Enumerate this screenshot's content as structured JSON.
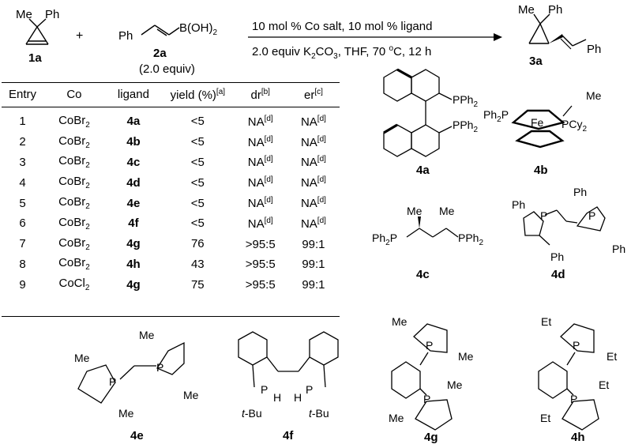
{
  "scheme": {
    "reactant1_label": "1a",
    "reactant1_me": "Me",
    "reactant1_ph": "Ph",
    "plus": "+",
    "reactant2_label": "2a",
    "reactant2_equiv": "(2.0 equiv)",
    "reactant2_ph": "Ph",
    "reactant2_boron": "B(OH)",
    "reactant2_boron_sub": "2",
    "conditions_line1": "10 mol % Co salt, 10 mol % ligand",
    "conditions_line2_a": "2.0 equiv K",
    "conditions_line2_sub": "2",
    "conditions_line2_b": "CO",
    "conditions_line2_sub2": "3",
    "conditions_line2_c": ", THF, 70 ",
    "conditions_line2_deg": "o",
    "conditions_line2_d": "C, 12 h",
    "product_label": "3a",
    "product_me": "Me",
    "product_ph": "Ph",
    "product_ph2": "Ph"
  },
  "table": {
    "headers": {
      "entry": "Entry",
      "co": "Co",
      "ligand": "ligand",
      "yield": "yield (%)",
      "yield_note": "[a]",
      "dr": "dr",
      "dr_note": "[b]",
      "er": "er",
      "er_note": "[c]"
    },
    "rows": [
      {
        "entry": "1",
        "co": "CoBr",
        "co_sub": "2",
        "ligand": "4a",
        "yield": "<5",
        "dr": "NA",
        "dr_note": "[d]",
        "er": "NA",
        "er_note": "[d]"
      },
      {
        "entry": "2",
        "co": "CoBr",
        "co_sub": "2",
        "ligand": "4b",
        "yield": "<5",
        "dr": "NA",
        "dr_note": "[d]",
        "er": "NA",
        "er_note": "[d]"
      },
      {
        "entry": "3",
        "co": "CoBr",
        "co_sub": "2",
        "ligand": "4c",
        "yield": "<5",
        "dr": "NA",
        "dr_note": "[d]",
        "er": "NA",
        "er_note": "[d]"
      },
      {
        "entry": "4",
        "co": "CoBr",
        "co_sub": "2",
        "ligand": "4d",
        "yield": "<5",
        "dr": "NA",
        "dr_note": "[d]",
        "er": "NA",
        "er_note": "[d]"
      },
      {
        "entry": "5",
        "co": "CoBr",
        "co_sub": "2",
        "ligand": "4e",
        "yield": "<5",
        "dr": "NA",
        "dr_note": "[d]",
        "er": "NA",
        "er_note": "[d]"
      },
      {
        "entry": "6",
        "co": "CoBr",
        "co_sub": "2",
        "ligand": "4f",
        "yield": "<5",
        "dr": "NA",
        "dr_note": "[d]",
        "er": "NA",
        "er_note": "[d]"
      },
      {
        "entry": "7",
        "co": "CoBr",
        "co_sub": "2",
        "ligand": "4g",
        "yield": "76",
        "dr": ">95:5",
        "dr_note": "",
        "er": "99:1",
        "er_note": ""
      },
      {
        "entry": "8",
        "co": "CoBr",
        "co_sub": "2",
        "ligand": "4h",
        "yield": "43",
        "dr": ">95:5",
        "dr_note": "",
        "er": "99:1",
        "er_note": ""
      },
      {
        "entry": "9",
        "co": "CoCl",
        "co_sub": "2",
        "ligand": "4g",
        "yield": "75",
        "dr": ">95:5",
        "dr_note": "",
        "er": "99:1",
        "er_note": ""
      }
    ]
  },
  "ligands": {
    "l4a": {
      "label": "4a",
      "pph2_top": "PPh",
      "pph2_bot": "PPh",
      "sub": "2"
    },
    "l4b": {
      "label": "4b",
      "ph2p": "Ph",
      "ph2p_sub": "2",
      "p": "P",
      "me": "Me",
      "fe": "Fe",
      "pcy": "PCy",
      "pcy_sub": "2"
    },
    "l4c": {
      "label": "4c",
      "me1": "Me",
      "me2": "Me",
      "ph2p": "Ph",
      "ph2p_sub": "2",
      "ph2p_p": "P",
      "pph": "PPh",
      "pph_sub": "2"
    },
    "l4d": {
      "label": "4d",
      "ph1": "Ph",
      "ph2": "Ph",
      "ph3": "Ph",
      "ph4": "Ph",
      "p1": "P",
      "p2": "P"
    },
    "l4e": {
      "label": "4e",
      "me1": "Me",
      "me2": "Me",
      "me3": "Me",
      "me4": "Me",
      "p1": "P",
      "p2": "P"
    },
    "l4f": {
      "label": "4f",
      "p1": "P",
      "p2": "P",
      "h1": "H",
      "h2": "H",
      "tbu1": "t",
      "tbu1b": "-Bu",
      "tbu2": "t",
      "tbu2b": "-Bu"
    },
    "l4g": {
      "label": "4g",
      "me1": "Me",
      "me2": "Me",
      "me3": "Me",
      "me4": "Me",
      "p1": "P",
      "p2": "P"
    },
    "l4h": {
      "label": "4h",
      "et1": "Et",
      "et2": "Et",
      "et3": "Et",
      "et4": "Et",
      "p1": "P",
      "p2": "P"
    }
  }
}
